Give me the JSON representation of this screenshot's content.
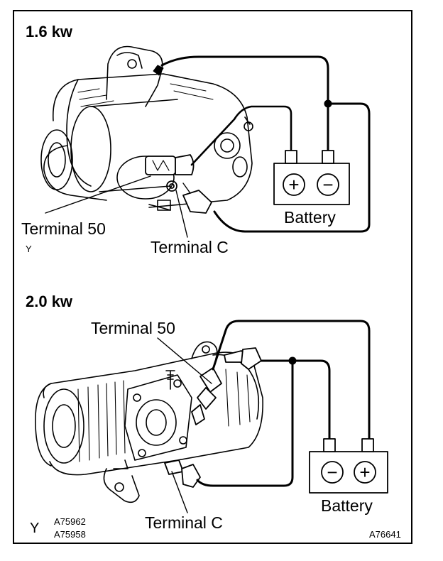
{
  "sections": [
    {
      "heading": "1.6 kw",
      "terminal_50_label": "Terminal 50",
      "terminal_c_label": "Terminal C",
      "battery_label": "Battery",
      "battery_signs": [
        "+",
        "−"
      ],
      "mark": "Y"
    },
    {
      "heading": "2.0 kw",
      "terminal_50_label": "Terminal 50",
      "terminal_c_label": "Terminal C",
      "battery_label": "Battery",
      "battery_signs": [
        "−",
        "+"
      ],
      "mark": "Y"
    }
  ],
  "figure_codes": {
    "left_1": "A75962",
    "left_2": "A75958",
    "right": "A76641"
  },
  "colors": {
    "line": "#000000",
    "background": "#ffffff",
    "shade": "#d9d9d9"
  }
}
